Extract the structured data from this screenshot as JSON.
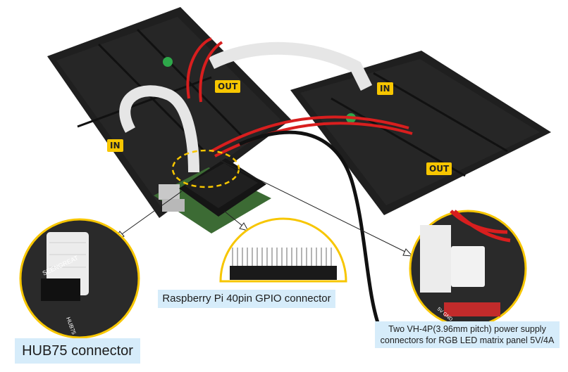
{
  "labels": {
    "in_left": "IN",
    "out_left": "OUT",
    "in_right": "IN",
    "out_right": "OUT"
  },
  "captions": {
    "gpio": "Raspberry Pi 40pin GPIO connector",
    "power_line1": "Two VH-4P(3.96mm pitch) power supply",
    "power_line2": "connectors for RGB LED matrix panel  5V/4A",
    "hub75": "HUB75 connector"
  },
  "board_markings": {
    "brand": "SEENGREAT",
    "hub": "HUB75",
    "power_silk": "5V GND"
  },
  "colors": {
    "label_yellow": "#f7c600",
    "caption_blue": "#d6ecfa",
    "panel_black": "#1f1f1f",
    "cable_red": "#d81e1e",
    "ribbon_grey": "#e6e6e6",
    "pcb_green": "#3c6b34"
  }
}
